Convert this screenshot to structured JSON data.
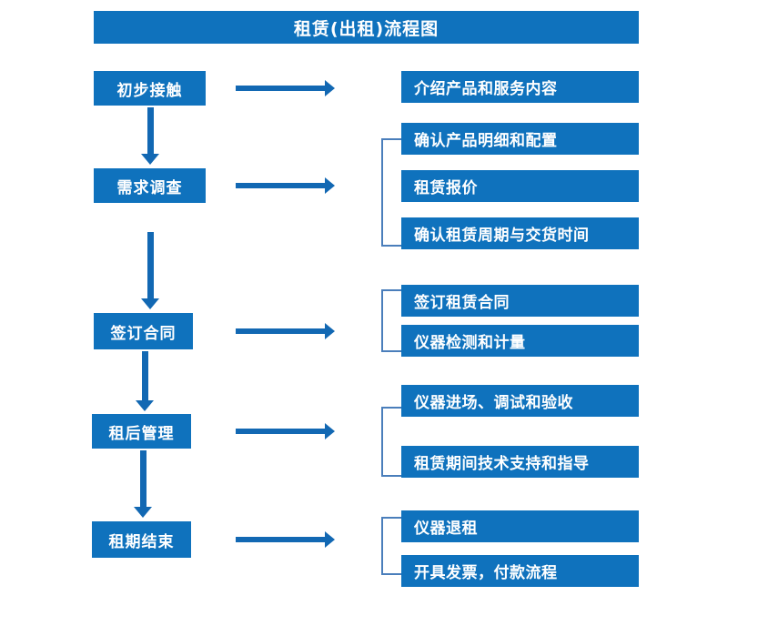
{
  "diagram": {
    "title": "租赁(出租)流程图",
    "colors": {
      "box_blue": "#0f72bd",
      "arrow_blue": "#1268b3",
      "bracket_blue": "#4a7ebb",
      "text_white": "#ffffff",
      "background": "#ffffff"
    },
    "stages": [
      {
        "id": "stage-1",
        "label": "初步接触",
        "details": [
          "介绍产品和服务内容"
        ],
        "has_bracket": false
      },
      {
        "id": "stage-2",
        "label": "需求调查",
        "details": [
          "确认产品明细和配置",
          "租赁报价",
          "确认租赁周期与交货时间"
        ],
        "has_bracket": true
      },
      {
        "id": "stage-3",
        "label": "签订合同",
        "details": [
          "签订租赁合同",
          "仪器检测和计量"
        ],
        "has_bracket": true
      },
      {
        "id": "stage-4",
        "label": "租后管理",
        "details": [
          "仪器进场、调试和验收",
          "租赁期间技术支持和指导"
        ],
        "has_bracket": true
      },
      {
        "id": "stage-5",
        "label": "租期结束",
        "details": [
          "仪器退租",
          "开具发票，付款流程"
        ],
        "has_bracket": true
      }
    ],
    "connectors": {
      "down_arrow": "down-arrow-icon",
      "right_arrow": "right-arrow-icon",
      "bracket": "bracket-icon"
    }
  }
}
